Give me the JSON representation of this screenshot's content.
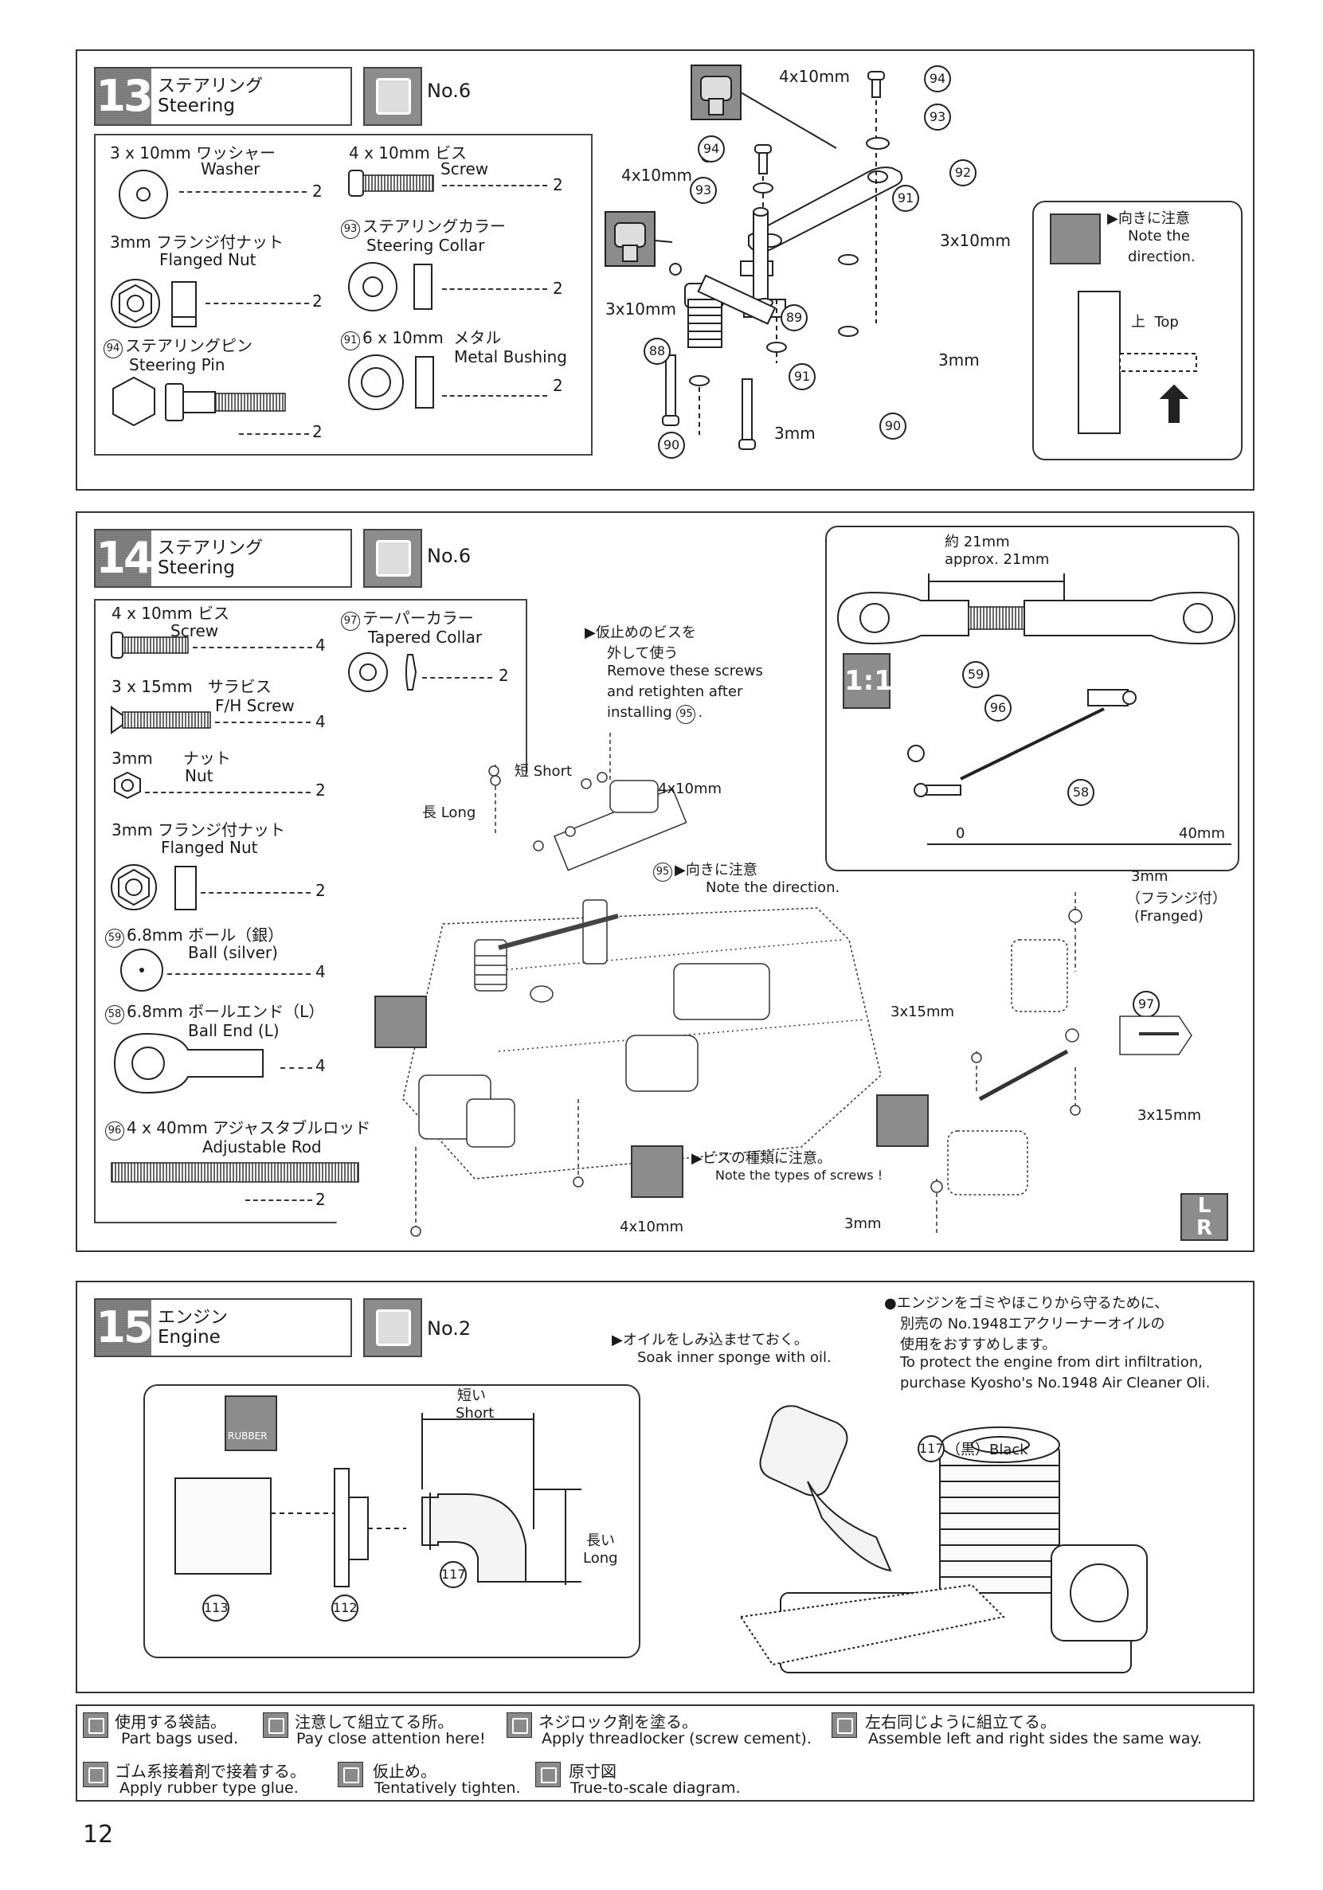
{
  "page_number": "12",
  "step13": {
    "number": "13",
    "title_jp": "ステアリング",
    "title_en": "Steering",
    "bag": "No.6",
    "parts": [
      {
        "size": "3 x 10mm",
        "jp": "ワッシャー",
        "en": "Washer",
        "qty": "2"
      },
      {
        "size": "4 x 10mm",
        "jp": "ビス",
        "en": "Screw",
        "qty": "2"
      },
      {
        "size": "3mm",
        "jp": "フランジ付ナット",
        "en": "Flanged Nut",
        "qty": "2"
      },
      {
        "num": "93",
        "jp": "ステアリングカラー",
        "en": "Steering Collar",
        "qty": "2"
      },
      {
        "num": "94",
        "jp": "ステアリングピン",
        "en": "Steering Pin",
        "qty": "2"
      },
      {
        "num": "91",
        "size": "6 x 10mm",
        "jp": "メタル",
        "en": "Metal Bushing",
        "qty": "2"
      }
    ],
    "labels": {
      "screw_a": "4x10mm",
      "screw_b": "4x10mm",
      "washer_a": "3x10mm",
      "washer_b": "3x10mm",
      "nut_a": "3mm",
      "nut_b": "3mm",
      "note_jp": "向きに注意",
      "note_en1": "Note the",
      "note_en2": "direction.",
      "top_jp": "上",
      "top_en": "Top"
    },
    "callouts": [
      "94",
      "93",
      "92",
      "94",
      "93",
      "91",
      "88",
      "89",
      "91",
      "90",
      "90"
    ]
  },
  "step14": {
    "number": "14",
    "title_jp": "ステアリング",
    "title_en": "Steering",
    "bag": "No.6",
    "parts": [
      {
        "size": "4 x 10mm",
        "jp": "ビス",
        "en": "Screw",
        "qty": "4"
      },
      {
        "num": "97",
        "jp": "テーパーカラー",
        "en": "Tapered Collar",
        "qty": "2"
      },
      {
        "size": "3 x 15mm",
        "jp": "サラビス",
        "en": "F/H Screw",
        "qty": "4"
      },
      {
        "size": "3mm",
        "jp": "ナット",
        "en": "Nut",
        "qty": "2"
      },
      {
        "size": "3mm",
        "jp": "フランジ付ナット",
        "en": "Flanged Nut",
        "qty": "2"
      },
      {
        "num": "59",
        "size": "6.8mm",
        "jp": "ボール（銀）",
        "en": "Ball (silver)",
        "qty": "4"
      },
      {
        "num": "58",
        "size": "6.8mm",
        "jp": "ボールエンド（L）",
        "en": "Ball End (L)",
        "qty": "4"
      },
      {
        "num": "96",
        "size": "4 x 40mm",
        "jp": "アジャスタブルロッド",
        "en": "Adjustable Rod",
        "qty": "2"
      }
    ],
    "labels": {
      "temp_jp1": "仮止めのビスを",
      "temp_jp2": "外して使う",
      "temp_en1": "Remove these screws",
      "temp_en2": "and retighten after",
      "temp_en3": "installing",
      "temp_num": "95",
      "short": "短 Short",
      "long": "長 Long",
      "screw_top": "4x10mm",
      "dir_num": "95",
      "dir_jp": "向きに注意",
      "dir_en": "Note the direction.",
      "types_jp": "ビスの種類に注意。",
      "types_en": "Note the types of screws !",
      "screw_bottom": "4x10mm",
      "approx_jp": "約 21mm",
      "approx_en": "approx. 21mm",
      "scale_0": "0",
      "scale_40": "40mm",
      "fn_size": "3mm",
      "fn_jp": "（フランジ付）",
      "fn_en": "(Franged)",
      "fh_a": "3x15mm",
      "fh_b": "3x15mm",
      "nut": "3mm",
      "ruler_text": "1:1"
    },
    "callouts": [
      "59",
      "96",
      "58",
      "97"
    ]
  },
  "step15": {
    "number": "15",
    "title_jp": "エンジン",
    "title_en": "Engine",
    "bag": "No.2",
    "oil_jp": "オイルをしみ込ませておく。",
    "oil_en": "Soak inner sponge with oil.",
    "protect_jp1": "エンジンをゴミやほこりから守るために、",
    "protect_jp2": "別売の No.1948エアクリーナーオイルの",
    "protect_jp3": "使用をおすすめします。",
    "protect_en1": "To protect the engine from dirt infiltration,",
    "protect_en2": "purchase Kyosho's No.1948 Air Cleaner Oli.",
    "rubber": "RUBBER",
    "short_jp": "短い",
    "short_en": "Short",
    "long_jp": "長い",
    "long_en": "Long",
    "callout_117": "117",
    "black_label": "（黒）Black",
    "callouts": [
      "113",
      "112",
      "117"
    ]
  },
  "legend": [
    {
      "jp": "使用する袋詰。",
      "en": "Part bags used.",
      "icon": "bag-icon"
    },
    {
      "jp": "注意して組立てる所。",
      "en": "Pay close attention here!",
      "icon": "attention-icon"
    },
    {
      "jp": "ネジロック剤を塗る。",
      "en": "Apply threadlocker (screw cement).",
      "icon": "threadlocker-icon"
    },
    {
      "jp": "左右同じように組立てる。",
      "en": "Assemble left and right sides the same way.",
      "icon": "left-right-icon"
    },
    {
      "jp": "ゴム系接着剤で接着する。",
      "en": "Apply rubber type glue.",
      "icon": "rubber-glue-icon"
    },
    {
      "jp": "仮止め。",
      "en": "Tentatively tighten.",
      "icon": "tentative-icon"
    },
    {
      "jp": "原寸図",
      "en": "True-to-scale diagram.",
      "icon": "scale-icon"
    }
  ]
}
